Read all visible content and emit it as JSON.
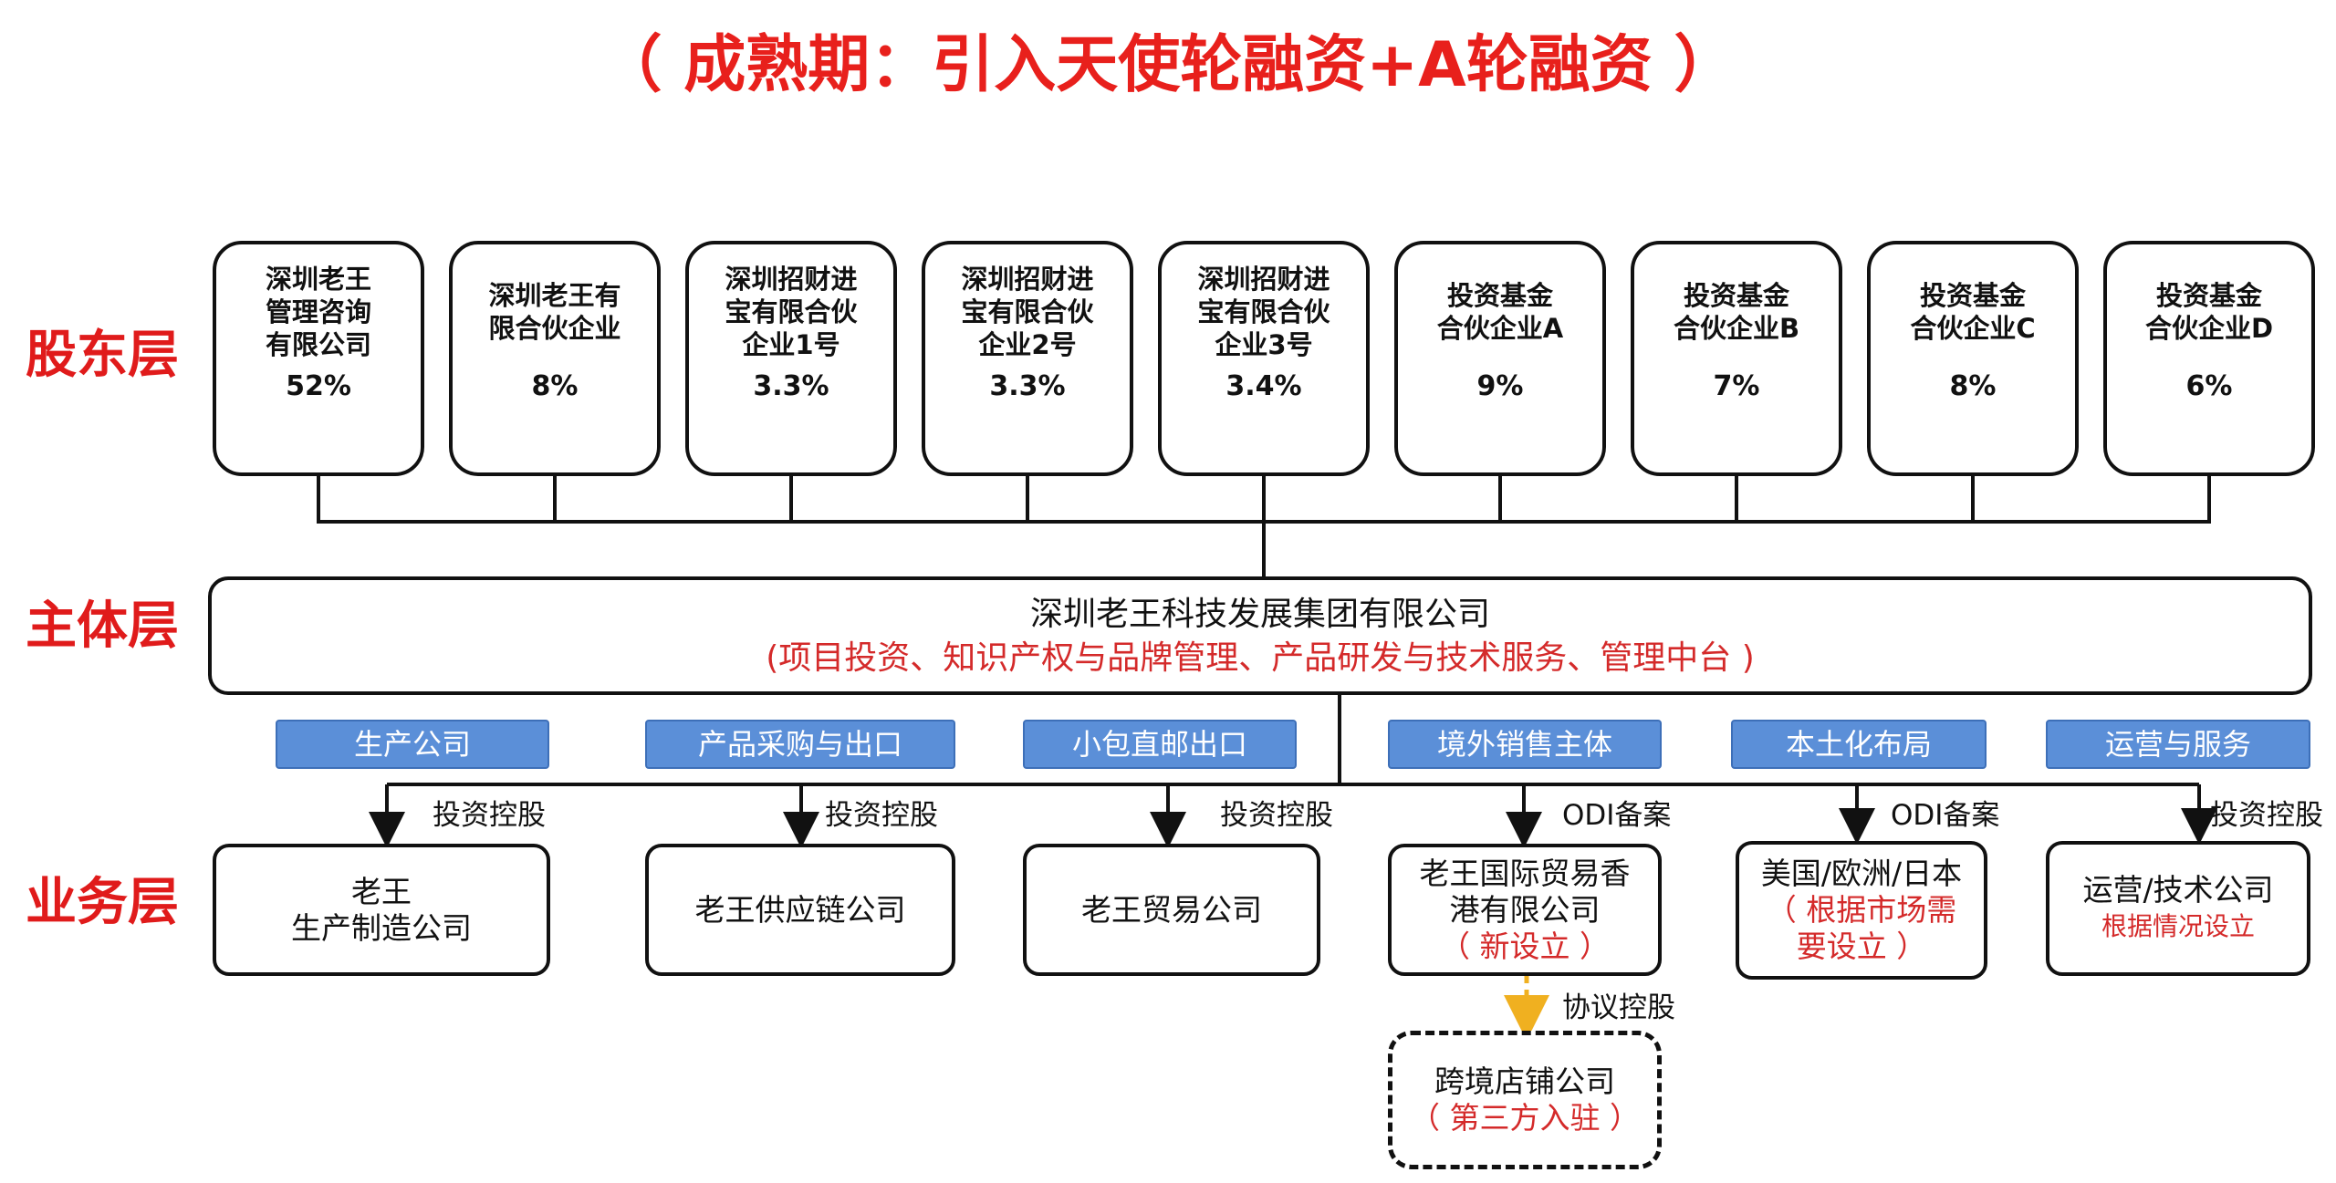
{
  "title": "（ 成熟期：引入天使轮融资+A轮融资 ）",
  "layers": {
    "shareholder": "股东层",
    "entity": "主体层",
    "business": "业务层"
  },
  "shareholders": [
    {
      "name": "深圳老王\n管理咨询\n有限公司",
      "pct": "52%"
    },
    {
      "name": "深圳老王有\n限合伙企业",
      "pct": "8%"
    },
    {
      "name": "深圳招财进\n宝有限合伙\n企业1号",
      "pct": "3.3%"
    },
    {
      "name": "深圳招财进\n宝有限合伙\n企业2号",
      "pct": "3.3%"
    },
    {
      "name": "深圳招财进\n宝有限合伙\n企业3号",
      "pct": "3.4%"
    },
    {
      "name": "投资基金\n合伙企业A",
      "pct": "9%"
    },
    {
      "name": "投资基金\n合伙企业B",
      "pct": "7%"
    },
    {
      "name": "投资基金\n合伙企业C",
      "pct": "8%"
    },
    {
      "name": "投资基金\n合伙企业D",
      "pct": "6%"
    }
  ],
  "entity": {
    "name": "深圳老王科技发展集团有限公司",
    "desc": "(项目投资、知识产权与品牌管理、产品研发与技术服务、管理中台 )"
  },
  "tags": [
    "生产公司",
    "产品采购与出口",
    "小包直邮出口",
    "境外销售主体",
    "本土化布局",
    "运营与服务"
  ],
  "relations": [
    "投资控股",
    "投资控股",
    "投资控股",
    "ODI备案",
    "ODI备案",
    "投资控股"
  ],
  "businesses": [
    {
      "line1": "老王",
      "line2": "生产制造公司",
      "note": ""
    },
    {
      "line1": "老王供应链公司",
      "line2": "",
      "note": ""
    },
    {
      "line1": "老王贸易公司",
      "line2": "",
      "note": ""
    },
    {
      "line1": "老王国际贸易香",
      "line2": "港有限公司",
      "note": "（ 新设立 ）"
    },
    {
      "line1": "美国/欧洲/日本",
      "line2": "",
      "note": "（ 根据市场需\n要设立 ）"
    },
    {
      "line1": "运营/技术公司",
      "line2": "",
      "note": "根据情况设立"
    }
  ],
  "sub": {
    "relation": "协议控股",
    "line1": "跨境店铺公司",
    "note": "（ 第三方入驻 ）"
  },
  "colors": {
    "title": "#e8201c",
    "tag_fill": "#5b8fd8",
    "note": "#d42a2a",
    "dashed_arrow": "#f0b020"
  }
}
